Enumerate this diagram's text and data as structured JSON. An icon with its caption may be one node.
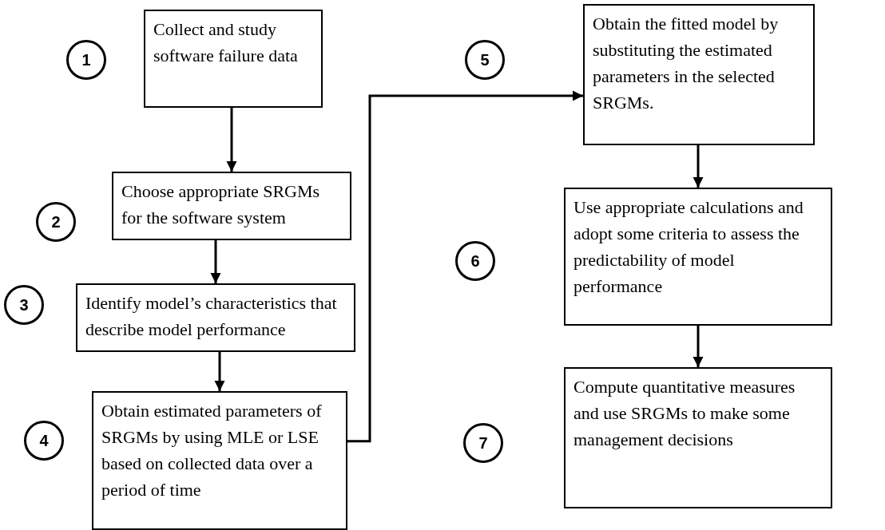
{
  "diagram": {
    "nodes": [
      {
        "text": [
          "1"
        ]
      },
      {
        "text": [
          "Collect and study software failure data"
        ]
      },
      {
        "text": [
          "2"
        ]
      },
      {
        "text": [
          "Choose appropriate SRGMs for the software system"
        ]
      },
      {
        "text": [
          "3"
        ]
      },
      {
        "text": [
          "Identify model’s characteristics that describe model performance"
        ]
      },
      {
        "text": [
          "4"
        ]
      },
      {
        "text": [
          "Obtain estimated parameters of SRGMs by using MLE or LSE based on collected data over a period of time"
        ]
      },
      {
        "text": [
          "5"
        ]
      },
      {
        "text": [
          "Obtain the fitted model by substituting the estimated parameters in the selected SRGMs."
        ]
      },
      {
        "text": [
          "6"
        ]
      },
      {
        "text": [
          "Use appropriate calculations and adopt some criteria to assess the predictability of model performance"
        ]
      },
      {
        "text": [
          "7"
        ]
      },
      {
        "text": [
          "Compute quantitative measures and use SRGMs to make some management decisions"
        ]
      }
    ],
    "edges": [
      {
        "from": 1,
        "to": 3,
        "arrow": "to"
      },
      {
        "from": 3,
        "to": 5,
        "arrow": "to"
      },
      {
        "from": 5,
        "to": 7,
        "arrow": "to"
      },
      {
        "from": 7,
        "to": 9,
        "arrow": "to"
      },
      {
        "from": 9,
        "to": 11,
        "arrow": "to"
      },
      {
        "from": 11,
        "to": 13,
        "arrow": "to"
      }
    ]
  }
}
